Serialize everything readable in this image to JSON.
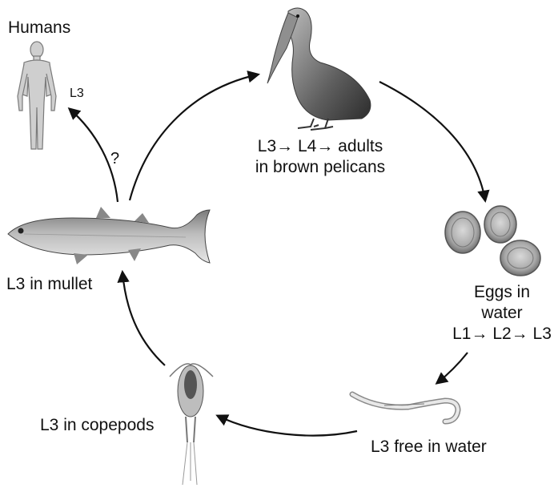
{
  "labels": {
    "humans_title": "Humans",
    "humans_stage": "L3",
    "question": "?",
    "pelican_line1": "L3→ L4→ adults",
    "pelican_line2": "in brown pelicans",
    "eggs_line1": "Eggs in",
    "eggs_line2": "water",
    "eggs_line3": "L1→ L2→ L3",
    "free_water": "L3 free in water",
    "copepods": "L3 in copepods",
    "mullet": "L3 in mullet"
  },
  "icons": [
    "human-body-icon",
    "pelican-icon",
    "egg-cluster-icon",
    "larva-icon",
    "copepod-icon",
    "mullet-fish-icon"
  ],
  "colors": {
    "text": "#111111",
    "arrow": "#111111",
    "illustration": "#8a8a8a"
  }
}
